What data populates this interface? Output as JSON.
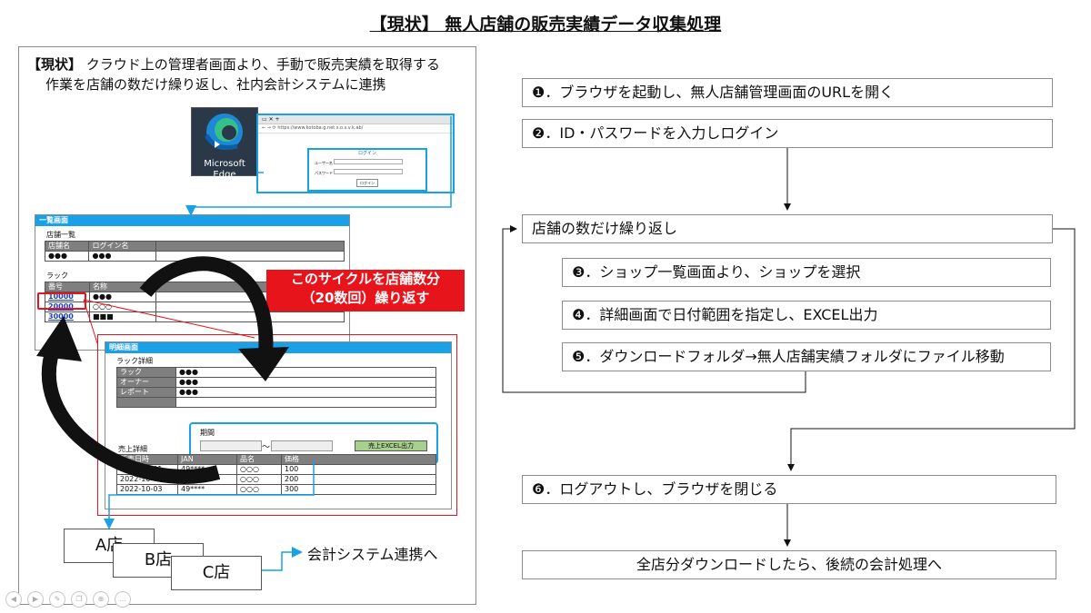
{
  "title": "【現状】 無人店舗の販売実績データ収集処理",
  "intro": {
    "tag": "【現状】",
    "line1": "クラウド上の管理者画面より、手動で販売実績を取得する",
    "line2": "作業を店舗の数だけ繰り返し、社内会計システムに連携"
  },
  "edge": {
    "label": "Microsoft Edge",
    "url": "https://www.kotoba.g.net.s.o.s.v.k.ab/",
    "login_title": "ログイン",
    "user_label": "ユーザー名",
    "pass_label": "パスワード",
    "login_button": "ログイン"
  },
  "list_screen": {
    "title": "一覧画面",
    "store_section": "店舗一覧",
    "store_cols": [
      "店舗名",
      "ログイン名"
    ],
    "store_row": [
      "●●●",
      "●●●"
    ],
    "rack_section": "ラック",
    "rack_cols": [
      "番号",
      "名称"
    ],
    "rack_rows": [
      [
        "10000",
        "●●●"
      ],
      [
        "20000",
        "○○○"
      ],
      [
        "30000",
        "■■■"
      ]
    ]
  },
  "detail_screen": {
    "title": "明細画面",
    "rack_section": "ラック詳細",
    "rack_rows": [
      [
        "ラック",
        "●●●"
      ],
      [
        "オーナー",
        "●●●"
      ],
      [
        "レポート",
        "●●●"
      ]
    ],
    "period_label": "期間",
    "period_sep": "～",
    "export_button": "売上EXCEL出力",
    "sales_section": "売上詳細",
    "sales_cols": [
      "販売日時",
      "JAN",
      "品名",
      "価格"
    ],
    "sales_rows": [
      [
        "2022-10-01",
        "49****",
        "○○○",
        "100"
      ],
      [
        "2022-10-02",
        "49****",
        "○○○",
        "200"
      ],
      [
        "2022-10-03",
        "49****",
        "○○○",
        "300"
      ]
    ]
  },
  "cycle_note": {
    "line1": "このサイクルを店舗数分",
    "line2": "（20数回）繰り返す"
  },
  "files": [
    "A店",
    "B店",
    "C店"
  ],
  "accounting": "会計システム連携へ",
  "steps": [
    "❶．ブラウザを起動し、無人店舗管理画面のURLを開く",
    "❷．ID・パスワードを入力しログイン",
    "店舗の数だけ繰り返し",
    "❸．ショップ一覧画面より、ショップを選択",
    "❹．詳細画面で日付範囲を指定し、EXCEL出力",
    "❺．ダウンロードフォルダ→無人店舗実績フォルダにファイル移動",
    "❻．ログアウトし、ブラウザを閉じる",
    "全店分ダウンロードしたら、後続の会計処理へ"
  ],
  "controls": [
    "prev-icon",
    "next-icon",
    "pen-icon",
    "copy-icon",
    "zoom-icon",
    "more-icon"
  ],
  "colors": {
    "accent_blue": "#1aa0e6",
    "red": "#e8141b",
    "arrow": "#111111"
  }
}
